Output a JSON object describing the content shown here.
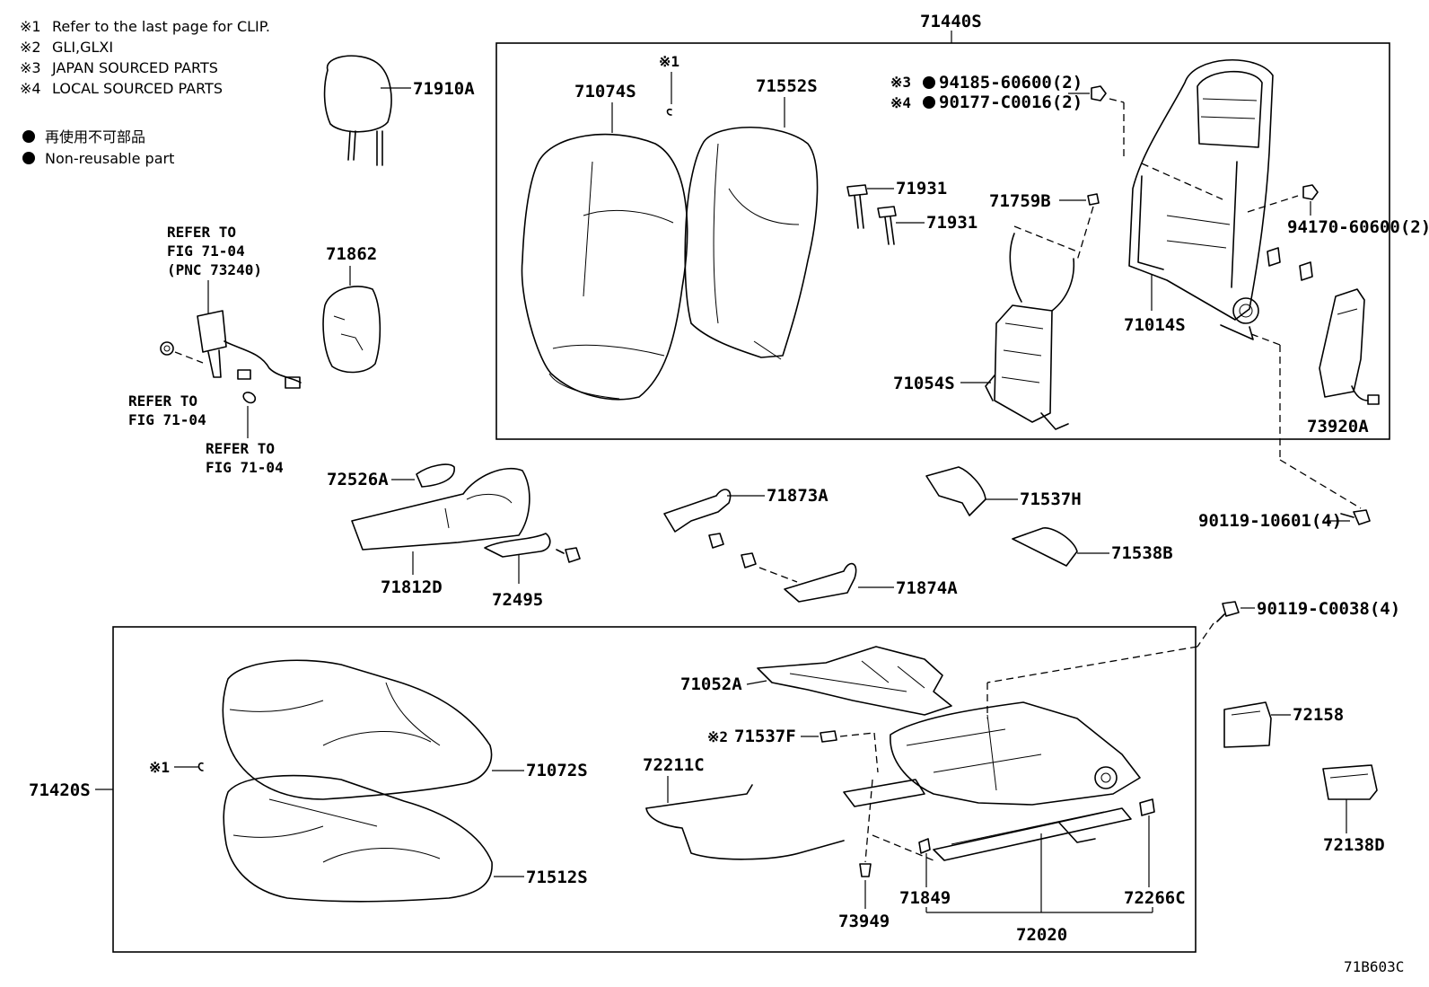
{
  "notes": [
    {
      "mark": "※1",
      "text": "Refer to the last page for CLIP."
    },
    {
      "mark": "※2",
      "text": "GLI,GLXI"
    },
    {
      "mark": "※3",
      "text": "JAPAN SOURCED PARTS"
    },
    {
      "mark": "※4",
      "text": "LOCAL SOURCED PARTS"
    }
  ],
  "legend": {
    "symbol": "●",
    "text_jp": "再使用不可部品",
    "text_en": "Non-reusable part"
  },
  "refs": {
    "belt_ref_line1": "REFER TO",
    "belt_ref_line2": "FIG 71-04",
    "belt_ref_line3": "(PNC 73240)",
    "clip_ref1_line1": "REFER TO",
    "clip_ref1_line2": "FIG 71-04",
    "clip_ref2_line1": "REFER TO",
    "clip_ref2_line2": "FIG 71-04"
  },
  "marks": {
    "m1_top": "※1",
    "m3": "※3",
    "m4": "※4",
    "m2": "※2",
    "m1_bottom": "※1",
    "dot": "●"
  },
  "parts": {
    "p71440S": "71440S",
    "p71910A": "71910A",
    "p71074S": "71074S",
    "p71552S": "71552S",
    "p94185": "94185-60600(2)",
    "p90177": "90177-C0016(2)",
    "p71931a": "71931",
    "p71931b": "71931",
    "p71759B": "71759B",
    "p94170": "94170-60600(2)",
    "p71862": "71862",
    "p71014S": "71014S",
    "p71054S": "71054S",
    "p73920A": "73920A",
    "p72526A": "72526A",
    "p71873A": "71873A",
    "p71537H": "71537H",
    "p90119_10601": "90119-10601(4)",
    "p71812D": "71812D",
    "p72495": "72495",
    "p71874A": "71874A",
    "p71538B": "71538B",
    "p90119_C0038": "90119-C0038(4)",
    "p71052A": "71052A",
    "p72158": "72158",
    "p71537F": "71537F",
    "p72211C": "72211C",
    "p71072S": "71072S",
    "p71420S": "71420S",
    "p72138D": "72138D",
    "p71512S": "71512S",
    "p71849": "71849",
    "p72266C": "72266C",
    "p73949": "73949",
    "p72020": "72020"
  },
  "figure_code": "71B603C"
}
